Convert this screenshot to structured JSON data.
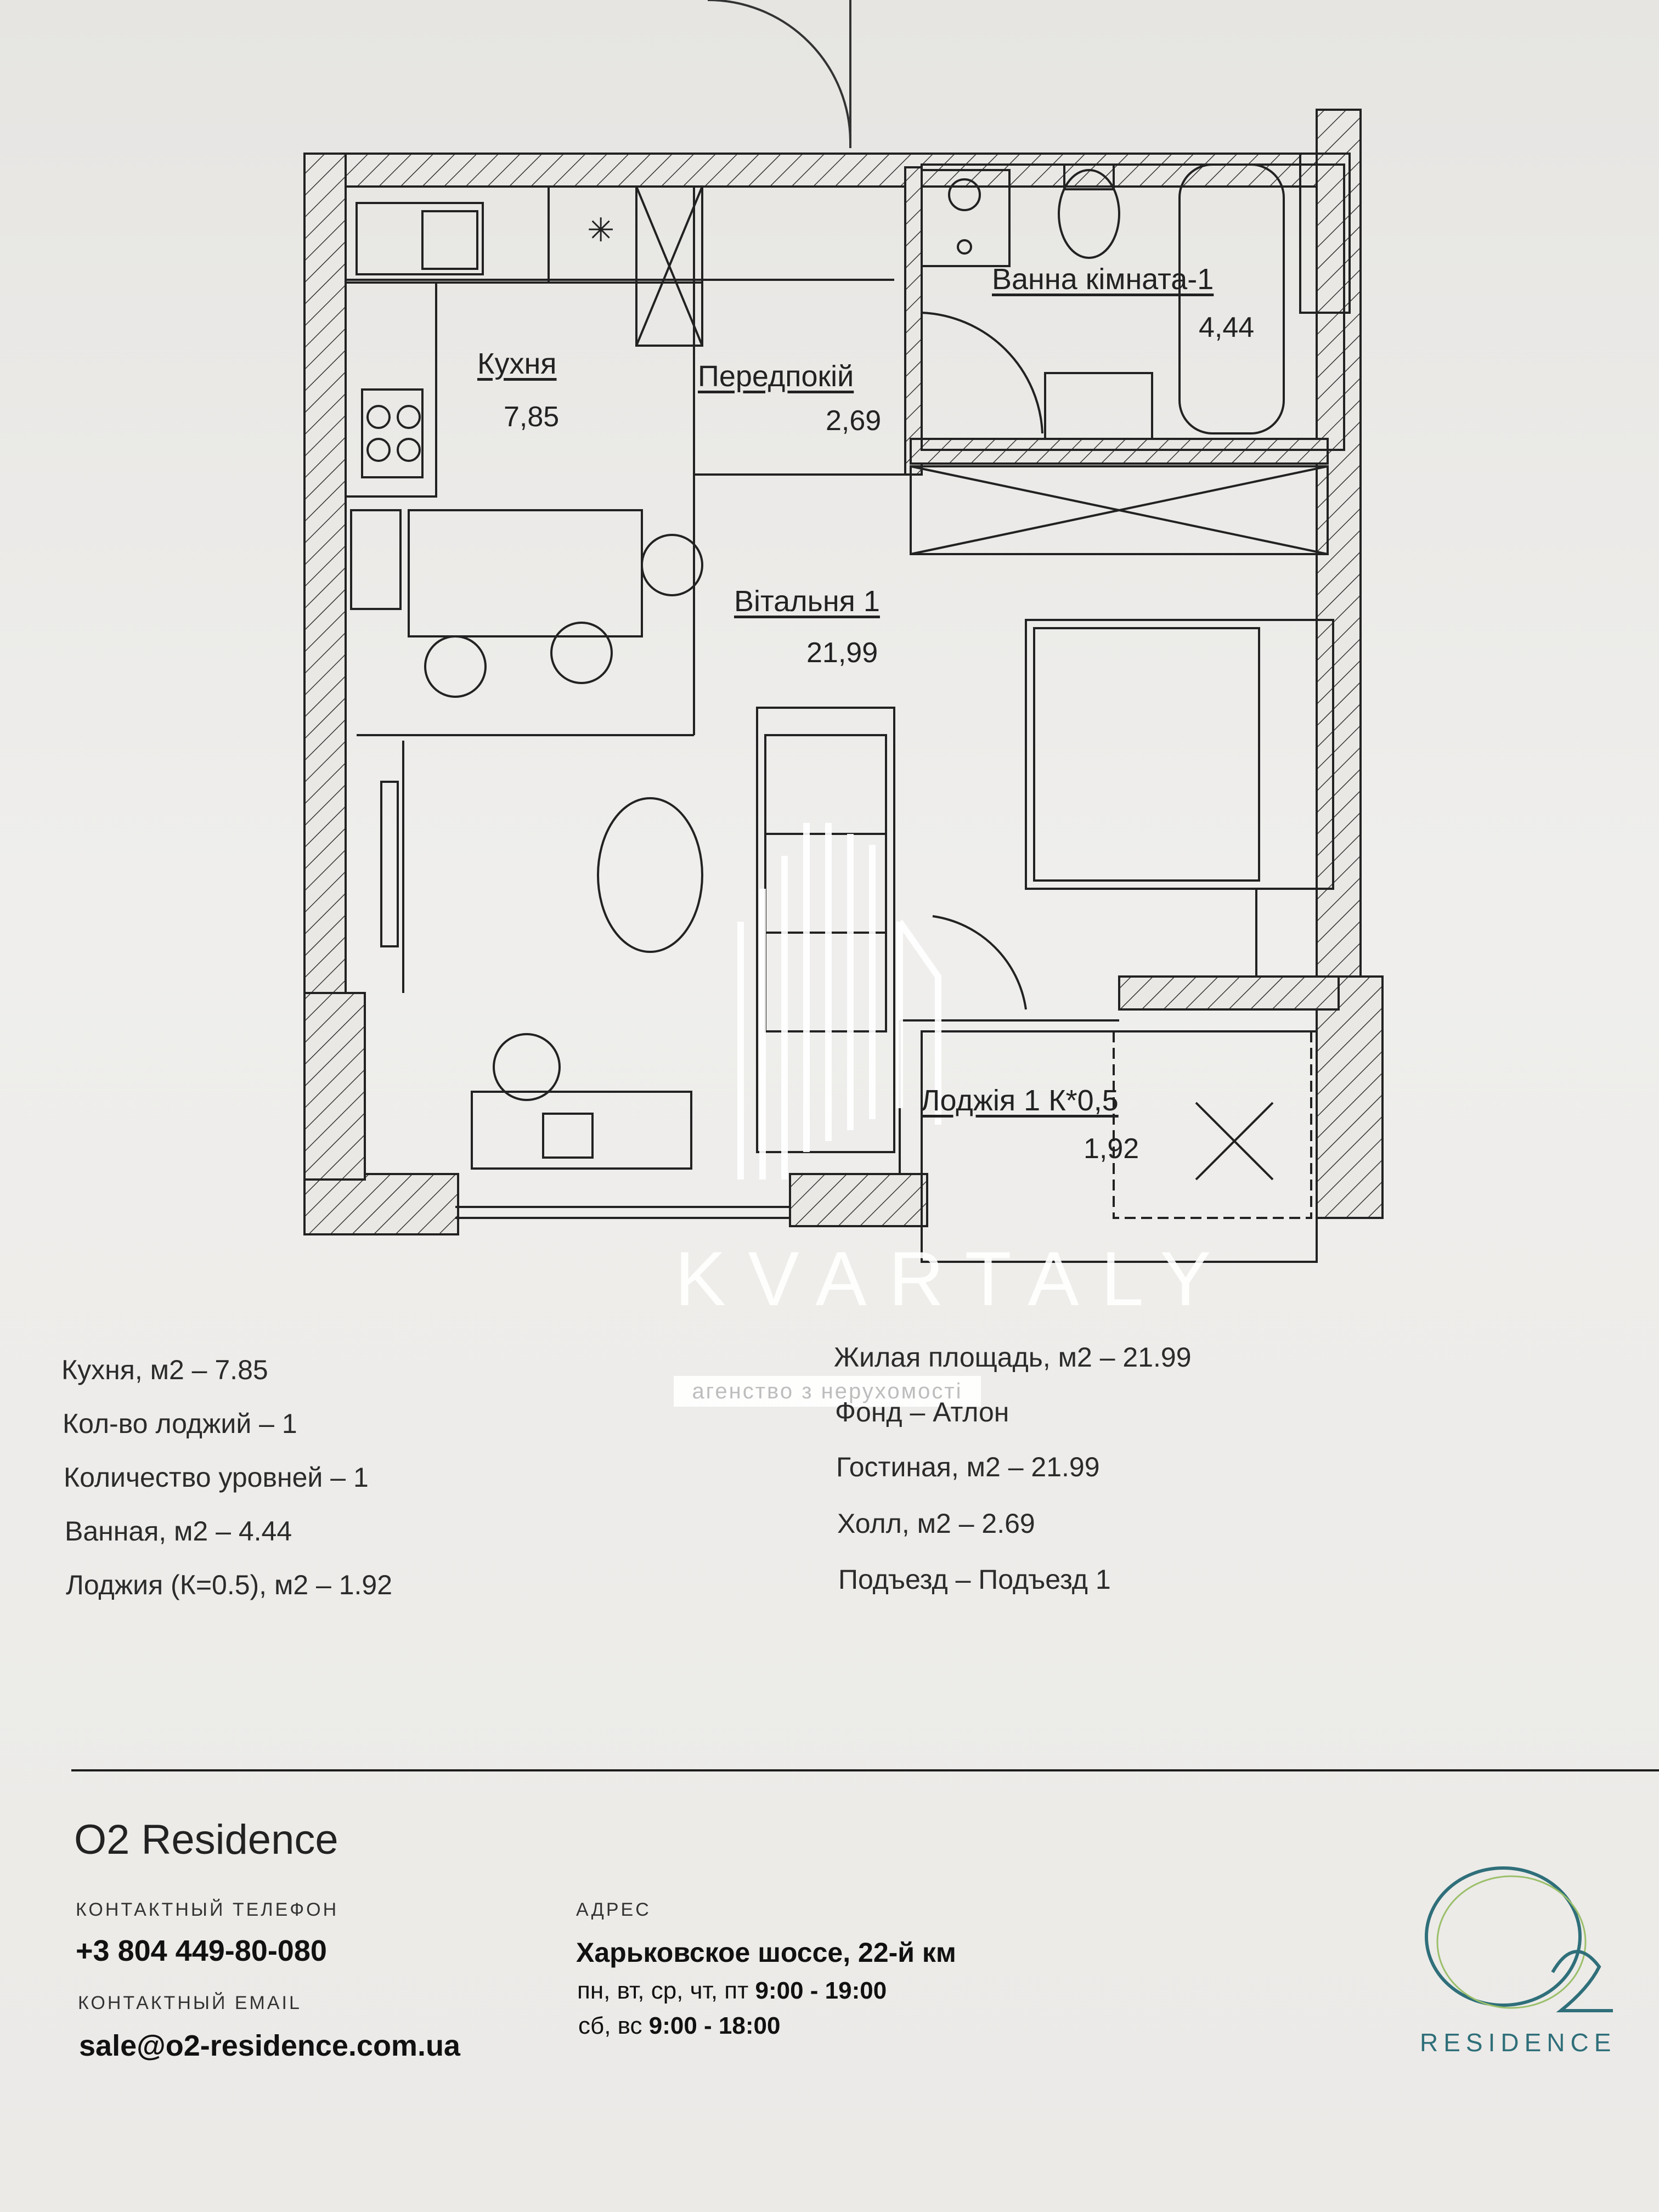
{
  "plan": {
    "rooms": [
      {
        "id": "kitchen",
        "name": "Кухня",
        "area": "7,85"
      },
      {
        "id": "hall",
        "name": "Передпокій",
        "area": "2,69"
      },
      {
        "id": "bathroom",
        "name": "Ванна кімната-1",
        "area": "4,44"
      },
      {
        "id": "living",
        "name": "Вітальня 1",
        "area": "21,99"
      },
      {
        "id": "loggia",
        "name": "Лоджія 1 К*0,5",
        "area": "1,92"
      }
    ]
  },
  "watermark": {
    "logo": "KVARTALY",
    "tagline": "агенство з нерухомості"
  },
  "specs": {
    "left": [
      "Кухня, м2 – 7.85",
      "Кол-во лоджий – 1",
      "Количество уровней – 1",
      "Ванная, м2 – 4.44",
      "Лоджия (К=0.5), м2 – 1.92"
    ],
    "right": [
      "Жилая площадь, м2 – 21.99",
      "Фонд – Атлон",
      "Гостиная, м2 – 21.99",
      "Холл, м2 – 2.69",
      "Подъезд – Подъезд 1"
    ]
  },
  "footer": {
    "brand": "O2 Residence",
    "phone_caption": "КОНТАКТНЫЙ ТЕЛЕФОН",
    "phone": "+3 804 449-80-080",
    "email_caption": "КОНТАКТНЫЙ EMAIL",
    "email": "sale@o2-residence.com.ua",
    "address_caption": "АДРЕС",
    "address": "Харьковское шоссе, 22-й км",
    "hours_weekdays_days": "пн, вт, ср, чт, пт",
    "hours_weekdays_time": "9:00 - 19:00",
    "hours_weekend_days": "сб, вс",
    "hours_weekend_time": "9:00 - 18:00",
    "logo_mark": "O2",
    "logo_word": "RESIDENCE"
  },
  "colors": {
    "paper": "#ecebe8",
    "ink": "#1d1d1d",
    "logo_teal": "#2f6f7a",
    "logo_green": "#9bbf6a"
  }
}
